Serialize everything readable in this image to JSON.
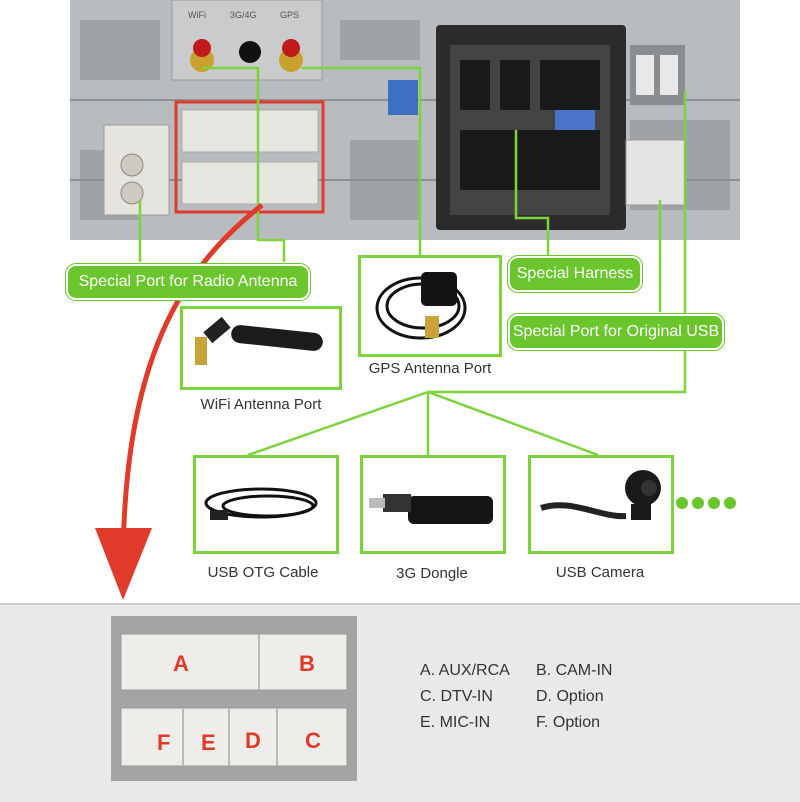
{
  "antenna_labels": [
    "WiFi",
    "3G/4G",
    "GPS"
  ],
  "callouts": {
    "radio": "Special Port for Radio Antenna",
    "harness": "Special Harness",
    "usb": "Special Port for Original USB"
  },
  "ports": {
    "wifi": "WiFi Antenna Port",
    "gps": "GPS Antenna Port"
  },
  "usb_devices": [
    "USB OTG Cable",
    "3G Dongle",
    "USB Camera"
  ],
  "connector_letters": [
    "A",
    "B",
    "F",
    "E",
    "D",
    "C"
  ],
  "legend": [
    [
      "A. AUX/RCA",
      "B. CAM-IN"
    ],
    [
      "C. DTV-IN",
      "D. Option"
    ],
    [
      "E. MIC-IN",
      "F. Option"
    ]
  ],
  "colors": {
    "accent": "#6bc52c",
    "highlight": "#e03a2a"
  }
}
